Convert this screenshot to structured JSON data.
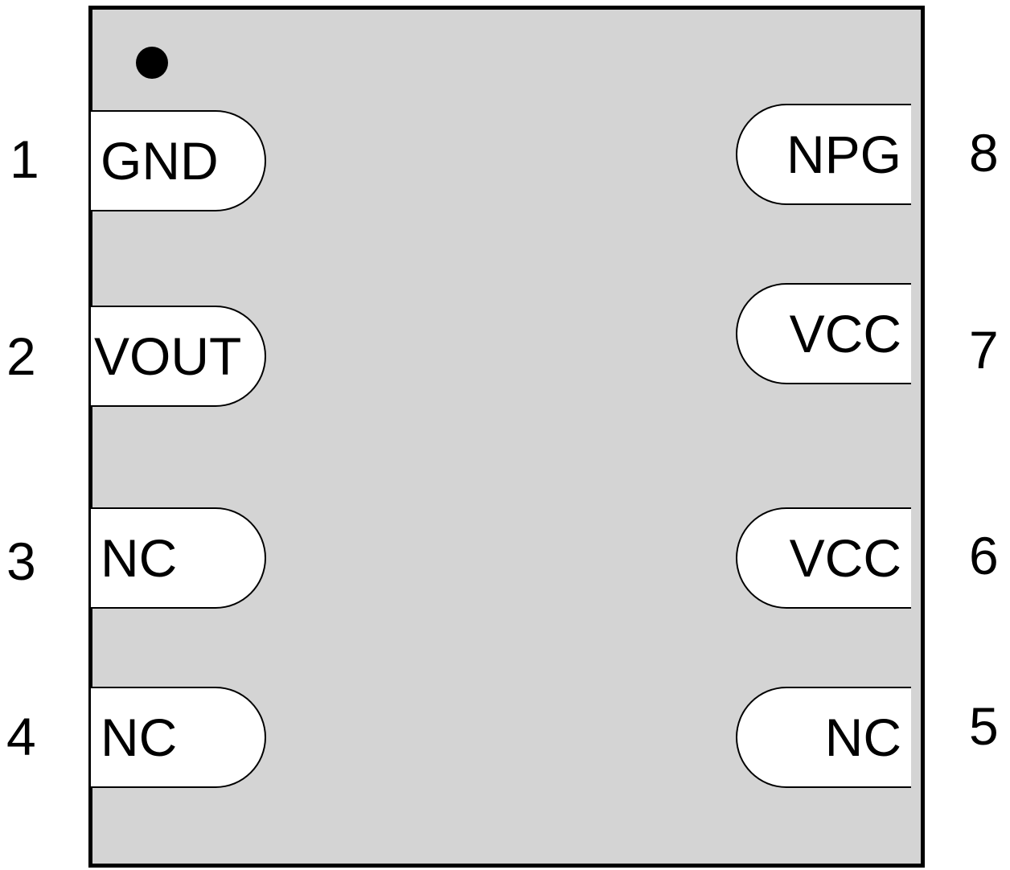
{
  "pins": {
    "p1": {
      "number": "1",
      "name": "GND"
    },
    "p2": {
      "number": "2",
      "name": "VOUT"
    },
    "p3": {
      "number": "3",
      "name": "NC"
    },
    "p4": {
      "number": "4",
      "name": "NC"
    },
    "p5": {
      "number": "5",
      "name": "NC"
    },
    "p6": {
      "number": "6",
      "name": "VCC"
    },
    "p7": {
      "number": "7",
      "name": "VCC"
    },
    "p8": {
      "number": "8",
      "name": "NPG"
    }
  },
  "colors": {
    "package_body": "#d4d4d4",
    "pad": "#ffffff",
    "outline": "#000000"
  }
}
